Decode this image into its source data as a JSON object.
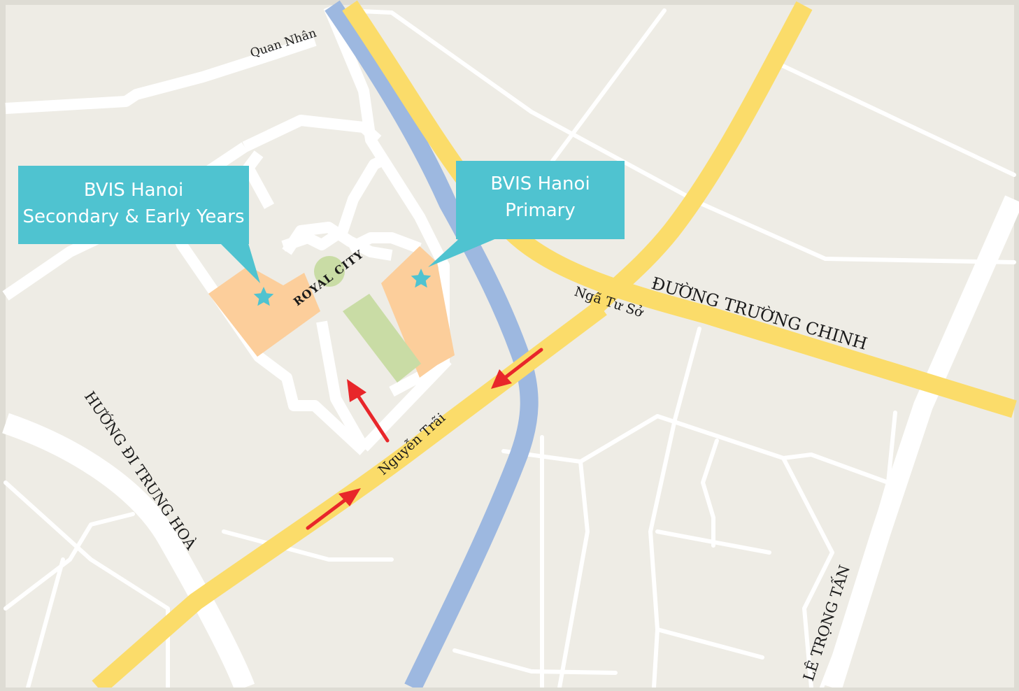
{
  "map": {
    "colors": {
      "background": "#eeece5",
      "frame": "#dedcd4",
      "road_minor": "#ffffff",
      "road_major": "#fbdc6a",
      "river": "#9db8e0",
      "campus": "#fcce9b",
      "park": "#c9dca5",
      "callout": "#4fc3d0",
      "arrow": "#e8262a"
    },
    "labels": {
      "quan_nhan": "Quan Nhân",
      "royal_city": "ROYAL CITY",
      "nga_tu_so": "Ngã Tư Sở",
      "truong_chinh": "ĐƯỜNG TRƯỜNG CHINH",
      "nguyen_trai": "Nguyễn Trãi",
      "huong_di_trung_hoa": "HƯỚNG ĐI TRUNG HOÀ",
      "le_trong_tan": "LÊ TRỌNG TẤN"
    },
    "callouts": {
      "secondary": {
        "line1": "BVIS Hanoi",
        "line2": "Secondary & Early Years"
      },
      "primary": {
        "line1": "BVIS Hanoi",
        "line2": "Primary"
      }
    },
    "markers": {
      "secondary_icon": "star-icon",
      "primary_icon": "star-icon",
      "direction_icon": "arrow-icon"
    }
  }
}
